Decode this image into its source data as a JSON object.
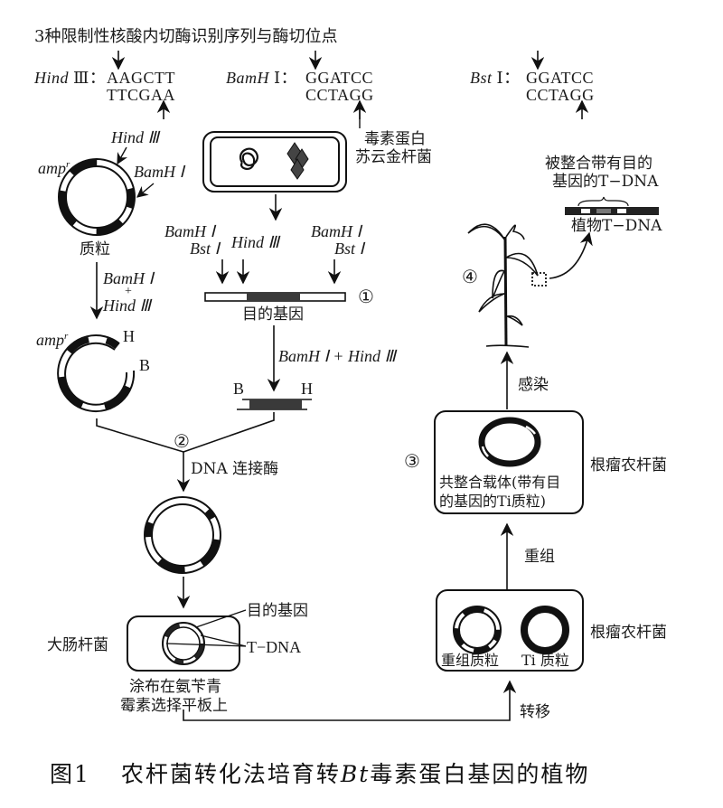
{
  "header": {
    "title": "3种限制性核酸内切酶识别序列与酶切位点"
  },
  "enzymes": [
    {
      "name": "Hind",
      "numeral": "Ⅲ",
      "top": "AAGCTT",
      "bottom": "TTCGAA"
    },
    {
      "name": "BamH",
      "numeral": "Ⅰ",
      "top": "GGATCC",
      "bottom": "CCTAGG"
    },
    {
      "name": "Bst",
      "numeral": "Ⅰ",
      "top": "GGATCC",
      "bottom": "CCTAGG"
    }
  ],
  "colon": "：",
  "plasmid": {
    "label": "质粒",
    "amp_label": "amp",
    "amp_sup": "r",
    "site_hind": "Hind Ⅲ",
    "site_bamh": "BamH Ⅰ"
  },
  "bacterium": {
    "label_line1": "毒素蛋白",
    "label_line2": "苏云金杆菌"
  },
  "gene_sites": {
    "left_1": "BamH Ⅰ",
    "left_2": "Bst Ⅰ",
    "middle": "Hind Ⅲ",
    "right_1": "BamH Ⅰ",
    "right_2": "Bst Ⅰ"
  },
  "steps": {
    "one": "①",
    "two": "②",
    "three": "③",
    "four": "④"
  },
  "target_gene": {
    "label": "目的基因",
    "digest_label": "BamH Ⅰ + Hind Ⅲ",
    "end_b": "B",
    "end_h": "H"
  },
  "plasmid_digest": {
    "enzyme1": "BamH Ⅰ",
    "plus": "+",
    "enzyme2": "Hind Ⅲ",
    "end_h": "H",
    "end_b": "B",
    "amp_label": "amp",
    "amp_sup": "r"
  },
  "ligation": {
    "label": "DNA 连接酶"
  },
  "ecoli": {
    "label": "大肠杆菌",
    "gene_label": "目的基因",
    "tdna_label": "T−DNA",
    "plate_line1": "涂布在氨苄青",
    "plate_line2": "霉素选择平板上"
  },
  "transfer": {
    "label": "转移"
  },
  "agro_box1": {
    "recombinant_label": "重组质粒",
    "ti_label": "Ti 质粒",
    "side_label": "根瘤农杆菌"
  },
  "recombine": {
    "label": "重组"
  },
  "agro_box2": {
    "line1": "共整合载体(带有目",
    "line2": "的基因的Ti质粒)",
    "side_label": "根瘤农杆菌"
  },
  "infect": {
    "label": "感染"
  },
  "plant": {
    "integrated_line1": "被整合带有目的",
    "integrated_line2": "基因的T−DNA",
    "plant_tdna": "植物T−DNA"
  },
  "caption": {
    "figure": "图1",
    "text_before": "农杆菌转化法培育转",
    "italic": "Bt",
    "text_after": "毒素蛋白基因的植物"
  }
}
